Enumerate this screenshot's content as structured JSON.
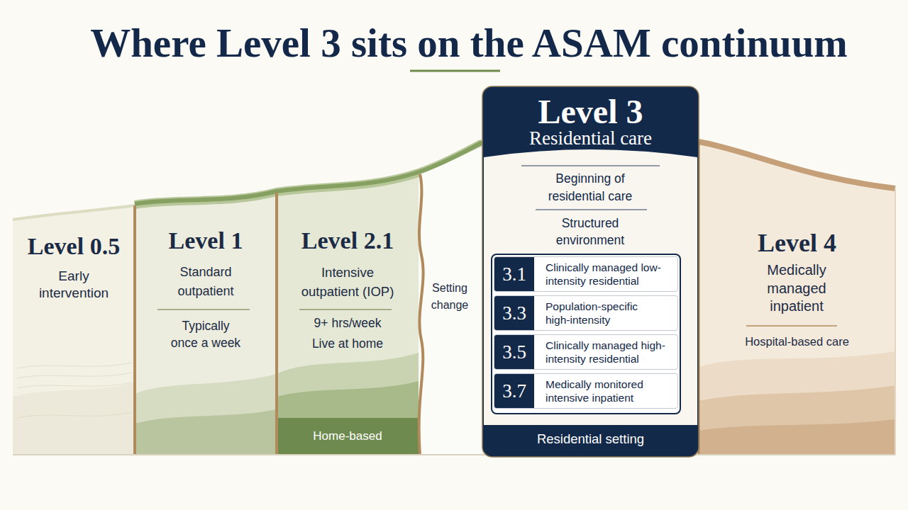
{
  "diagram": {
    "title": "Where Level 3 sits on the ASAM continuum",
    "nodes": [
      {
        "text": [
          "Level 0.5",
          "Early intervention"
        ]
      },
      {
        "text": [
          "Level 1",
          "Standard outpatient",
          "Typically once a week"
        ]
      },
      {
        "text": [
          "Level 2.1",
          "Intensive outpatient (IOP)",
          "9+ hrs/week Live at home",
          "Home-based"
        ]
      },
      {
        "text": [
          "Setting change"
        ]
      },
      {
        "text": [
          "Level 3",
          "Residential care",
          "Beginning of residential care",
          "Structured environment",
          "Residential setting"
        ]
      },
      {
        "text": [
          "3.1",
          "Clinically managed low-intensity residential"
        ],
        "in": 4
      },
      {
        "text": [
          "3.3",
          "Population-specific high-intensity"
        ],
        "in": 4
      },
      {
        "text": [
          "3.5",
          "Clinically managed high-intensity residential"
        ],
        "in": 4
      },
      {
        "text": [
          "3.7",
          "Medically monitored intensive inpatient"
        ],
        "in": 4
      },
      {
        "text": [
          "Level 4",
          "Medically managed inpatient",
          "Hospital-based care"
        ]
      }
    ]
  }
}
